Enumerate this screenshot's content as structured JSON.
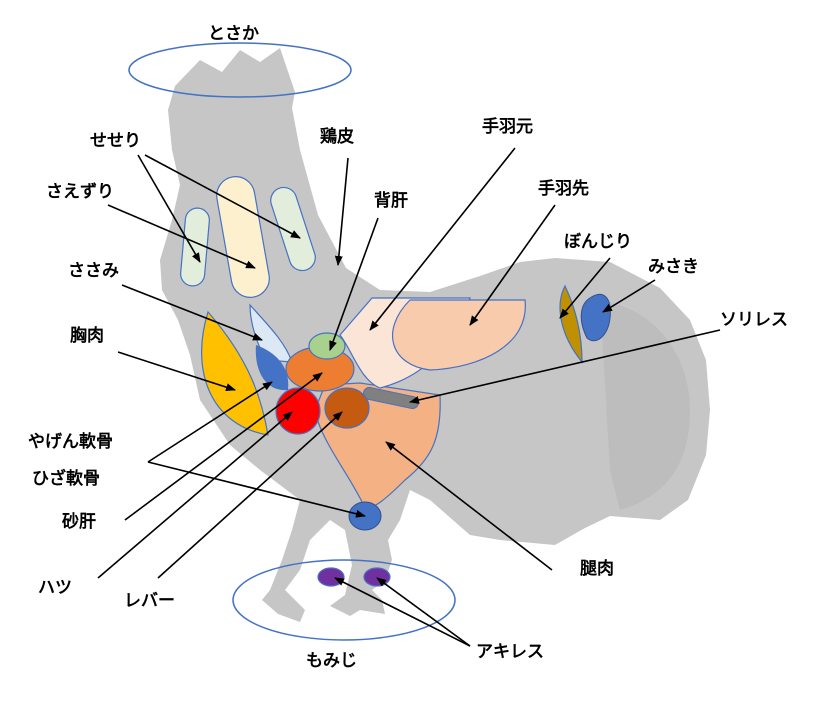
{
  "labels": {
    "tosaka": "とさか",
    "seseri": "せせり",
    "saezuri": "さえずり",
    "torikawa": "鶏皮",
    "sezuri": "背肝",
    "tebamoto": "手羽元",
    "tebasaki": "手羽先",
    "bonjiri": "ぼんじり",
    "misaki": "みさき",
    "sasami": "ささみ",
    "sorires": "ソリレス",
    "muneniku": "胸肉",
    "yagen": "やげん軟骨",
    "hiza": "ひざ軟骨",
    "sunagimo": "砂肝",
    "hatsu": "ハツ",
    "reba": "レバー",
    "momoniku": "腿肉",
    "achilles": "アキレス",
    "momiji": "もみじ"
  },
  "colors": {
    "silhouette": "#c6c6c6",
    "outline": "#4472c4",
    "sesame": "#e2eedb",
    "saezuri": "#fdf0cf",
    "sasami": "#dde8f5",
    "mune": "#ffc000",
    "yagen": "#4472c4",
    "sunagimo": "#ed7d31",
    "sezuri": "#a9d18e",
    "hatsu": "#ff0000",
    "reba": "#c55a11",
    "momo": "#f4b183",
    "tebamoto": "#fbe5d6",
    "tebasaki": "#f8cbad",
    "sorires": "#808080",
    "bonjiri": "#bf9000",
    "misaki": "#4472c4",
    "hiza": "#4472c4",
    "achilles": "#7030a0"
  }
}
